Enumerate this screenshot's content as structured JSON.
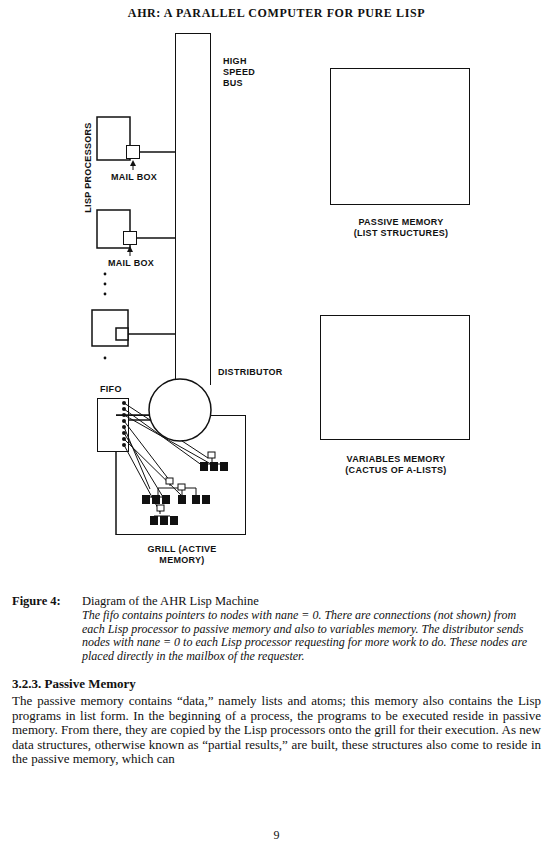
{
  "diagram": {
    "title": "AHR: A PARALLEL COMPUTER FOR PURE LISP",
    "caption": "Diagram of the AHR Lisp Machine",
    "nodes": [
      {
        "text": [
          "HIGH SPEED BUS"
        ]
      },
      {
        "text": [
          "MAIL BOX"
        ]
      },
      {
        "text": [
          "MAIL BOX"
        ]
      },
      {
        "text": [
          "DISTRIBUTOR"
        ]
      },
      {
        "text": [
          "GRILL (ACTIVE MEMORY)"
        ]
      },
      {
        "text": [
          "FIFO"
        ]
      },
      {
        "text": [
          "PASSIVE MEMORY (LIST STRUCTURES)"
        ]
      },
      {
        "text": [
          "VARIABLES MEMORY (CACTUS OF A-LISTS)"
        ]
      }
    ],
    "edges": [
      {
        "from": 0,
        "to": 1,
        "arrow": "none"
      },
      {
        "from": 0,
        "to": 2,
        "arrow": "none"
      },
      {
        "from": 5,
        "to": 3,
        "arrow": "none"
      }
    ],
    "labels": [
      "LISP PROCESSORS",
      "Figure 4:",
      "The fifo contains pointers to nodes with nane = 0. There are connections (not shown) from each Lisp processor to passive memory and also to variables memory. The distributor sends nodes with nane = 0 to each Lisp processor requesting for more work to do. These nodes are placed directly in the mailbox of the requester.",
      "3.2.3. Passive Memory",
      "The passive memory contains “data,” namely lists and atoms; this memory also contains the Lisp programs in list form. In the beginning of a process, the programs to be executed reside in passive memory. From there, they are copied by the Lisp processors onto the grill for their execution. As new data structures, otherwise known as “partial results,” are built, these structures also come to reside in the passive memory, which can",
      "9"
    ]
  }
}
